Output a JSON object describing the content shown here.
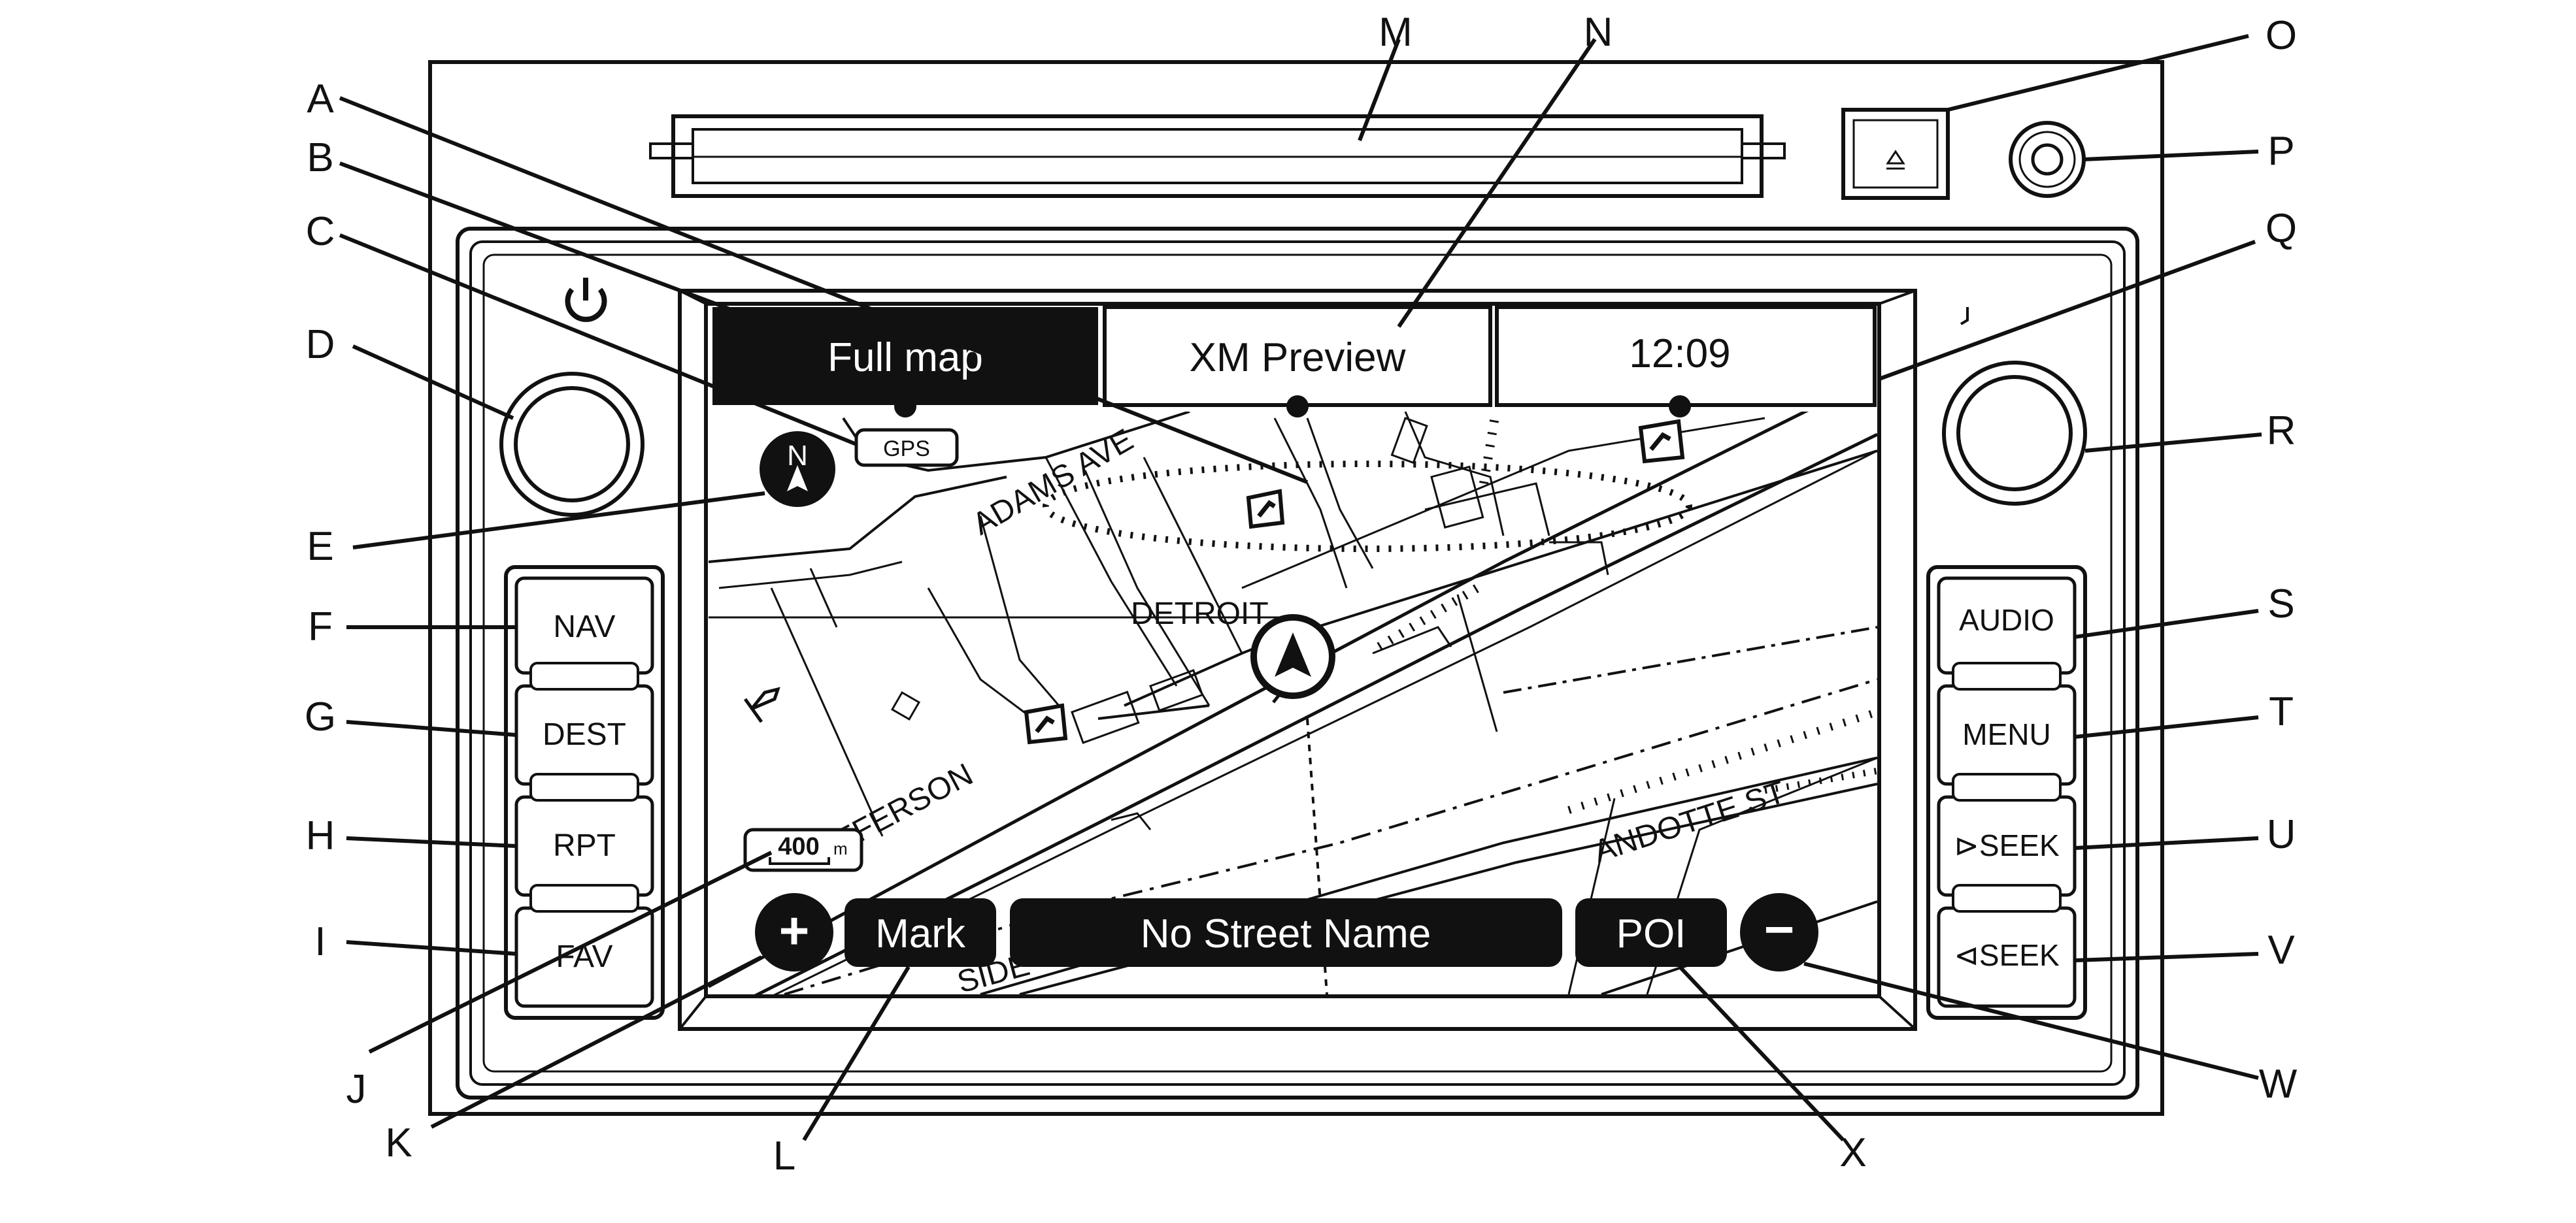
{
  "screen": {
    "tabs": {
      "full_map": "Full map",
      "xm_preview": "XM Preview",
      "clock": "12:09"
    },
    "gps_badge": "GPS",
    "scale": {
      "value": "400",
      "unit": "m"
    },
    "street_bar": "No Street Name",
    "buttons": {
      "plus": "+",
      "mark": "Mark",
      "poi": "POI",
      "minus": "−"
    },
    "map_labels": {
      "adams": "ADAMS AVE",
      "detroit": "DETROIT",
      "jefferson": "JEFFERSON",
      "wyandotte": "ANDOTTE ST",
      "side": "SIDE"
    },
    "compass": "N"
  },
  "left_buttons": [
    "NAV",
    "DEST",
    "RPT",
    "FAV"
  ],
  "right_buttons": [
    "AUDIO",
    "MENU",
    "⊳SEEK",
    "⊲SEEK"
  ],
  "callouts": {
    "A": "A",
    "B": "B",
    "C": "C",
    "D": "D",
    "E": "E",
    "F": "F",
    "G": "G",
    "H": "H",
    "I": "I",
    "J": "J",
    "K": "K",
    "L": "L",
    "M": "M",
    "N": "N",
    "O": "O",
    "P": "P",
    "Q": "Q",
    "R": "R",
    "S": "S",
    "T": "T",
    "U": "U",
    "V": "V",
    "W": "W",
    "X": "X"
  },
  "icons": {
    "power": "power-icon",
    "eject": "eject-icon",
    "compass": "north-compass-icon",
    "vehicle": "vehicle-position-icon",
    "phone_poi": "phone-poi-icon"
  }
}
